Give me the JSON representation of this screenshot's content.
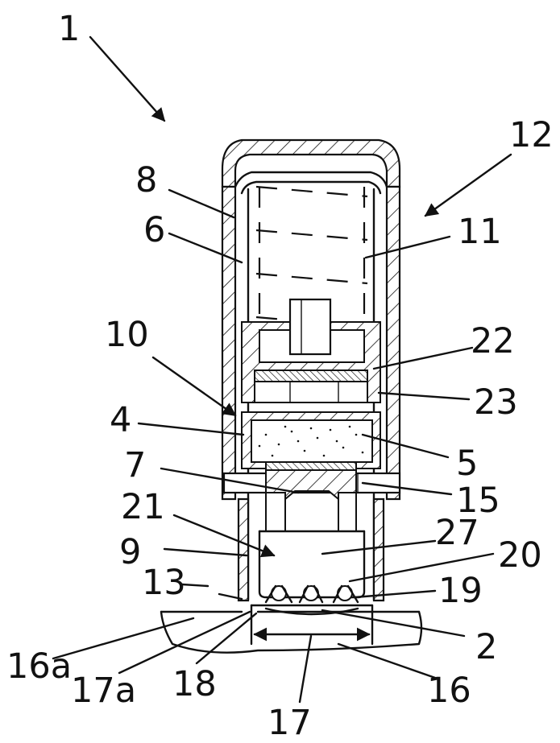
{
  "figure": {
    "labels": {
      "l1": "1",
      "l12": "12",
      "l8": "8",
      "l6": "6",
      "l11": "11",
      "l10": "10",
      "l22": "22",
      "l23": "23",
      "l4": "4",
      "l5": "5",
      "l7": "7",
      "l15": "15",
      "l21": "21",
      "l27": "27",
      "l9": "9",
      "l20": "20",
      "l13": "13",
      "l19": "19",
      "l16a": "16a",
      "l2": "2",
      "l17a": "17a",
      "l18": "18",
      "l16": "16",
      "l17": "17"
    }
  }
}
